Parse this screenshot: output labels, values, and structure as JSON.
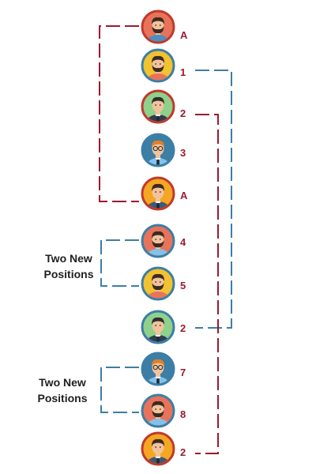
{
  "nodes": [
    {
      "label": "A",
      "ring": "#c0392b",
      "bg": "#e8735a",
      "skin": "#f2c29b",
      "hair": "#3b2a22",
      "shirt": "#4a90c2",
      "beard": true,
      "tie": false,
      "glasses": false
    },
    {
      "label": "1",
      "ring": "#3c7ea6",
      "bg": "#f2c230",
      "skin": "#f2c29b",
      "hair": "#3b2a22",
      "shirt": "#e8735a",
      "beard": true,
      "tie": false,
      "glasses": false
    },
    {
      "label": "2",
      "ring": "#c0392b",
      "bg": "#8fd18a",
      "skin": "#f2c29b",
      "hair": "#2e2e2e",
      "shirt": "#2f3e4e",
      "beard": false,
      "tie": true,
      "glasses": false
    },
    {
      "label": "3",
      "ring": "#3c7ea6",
      "bg": "#3c7ea6",
      "skin": "#f2c29b",
      "hair": "#e67e22",
      "shirt": "#85c1e9",
      "beard": false,
      "tie": true,
      "glasses": true
    },
    {
      "label": "A",
      "ring": "#c0392b",
      "bg": "#f5a623",
      "skin": "#f2c29b",
      "hair": "#3b2a22",
      "shirt": "#3c5a78",
      "beard": false,
      "tie": true,
      "glasses": false
    },
    {
      "label": "4",
      "ring": "#3c7ea6",
      "bg": "#e8735a",
      "skin": "#f2c29b",
      "hair": "#3b2a22",
      "shirt": "#85c1e9",
      "beard": true,
      "tie": false,
      "glasses": false
    },
    {
      "label": "5",
      "ring": "#3c7ea6",
      "bg": "#f2c230",
      "skin": "#f2c29b",
      "hair": "#3b2a22",
      "shirt": "#e8735a",
      "beard": true,
      "tie": false,
      "glasses": false
    },
    {
      "label": "2",
      "ring": "#3c7ea6",
      "bg": "#8fd18a",
      "skin": "#f2c29b",
      "hair": "#2e2e2e",
      "shirt": "#2f3e4e",
      "beard": false,
      "tie": true,
      "glasses": false
    },
    {
      "label": "7",
      "ring": "#3c7ea6",
      "bg": "#3c7ea6",
      "skin": "#f2c29b",
      "hair": "#e67e22",
      "shirt": "#85c1e9",
      "beard": false,
      "tie": true,
      "glasses": true
    },
    {
      "label": "8",
      "ring": "#3c7ea6",
      "bg": "#e8735a",
      "skin": "#f2c29b",
      "hair": "#3b2a22",
      "shirt": "#85c1e9",
      "beard": true,
      "tie": false,
      "glasses": false
    },
    {
      "label": "2",
      "ring": "#c0392b",
      "bg": "#f5a623",
      "skin": "#f2c29b",
      "hair": "#3b2a22",
      "shirt": "#3c5a78",
      "beard": false,
      "tie": true,
      "glasses": false
    }
  ],
  "side_labels": [
    {
      "lines": [
        "Two New",
        "Positions"
      ]
    },
    {
      "lines": [
        "Two New",
        "Positions"
      ]
    }
  ],
  "colors": {
    "red_connector": "#9b1b2e",
    "blue_connector": "#3c7ea6"
  }
}
